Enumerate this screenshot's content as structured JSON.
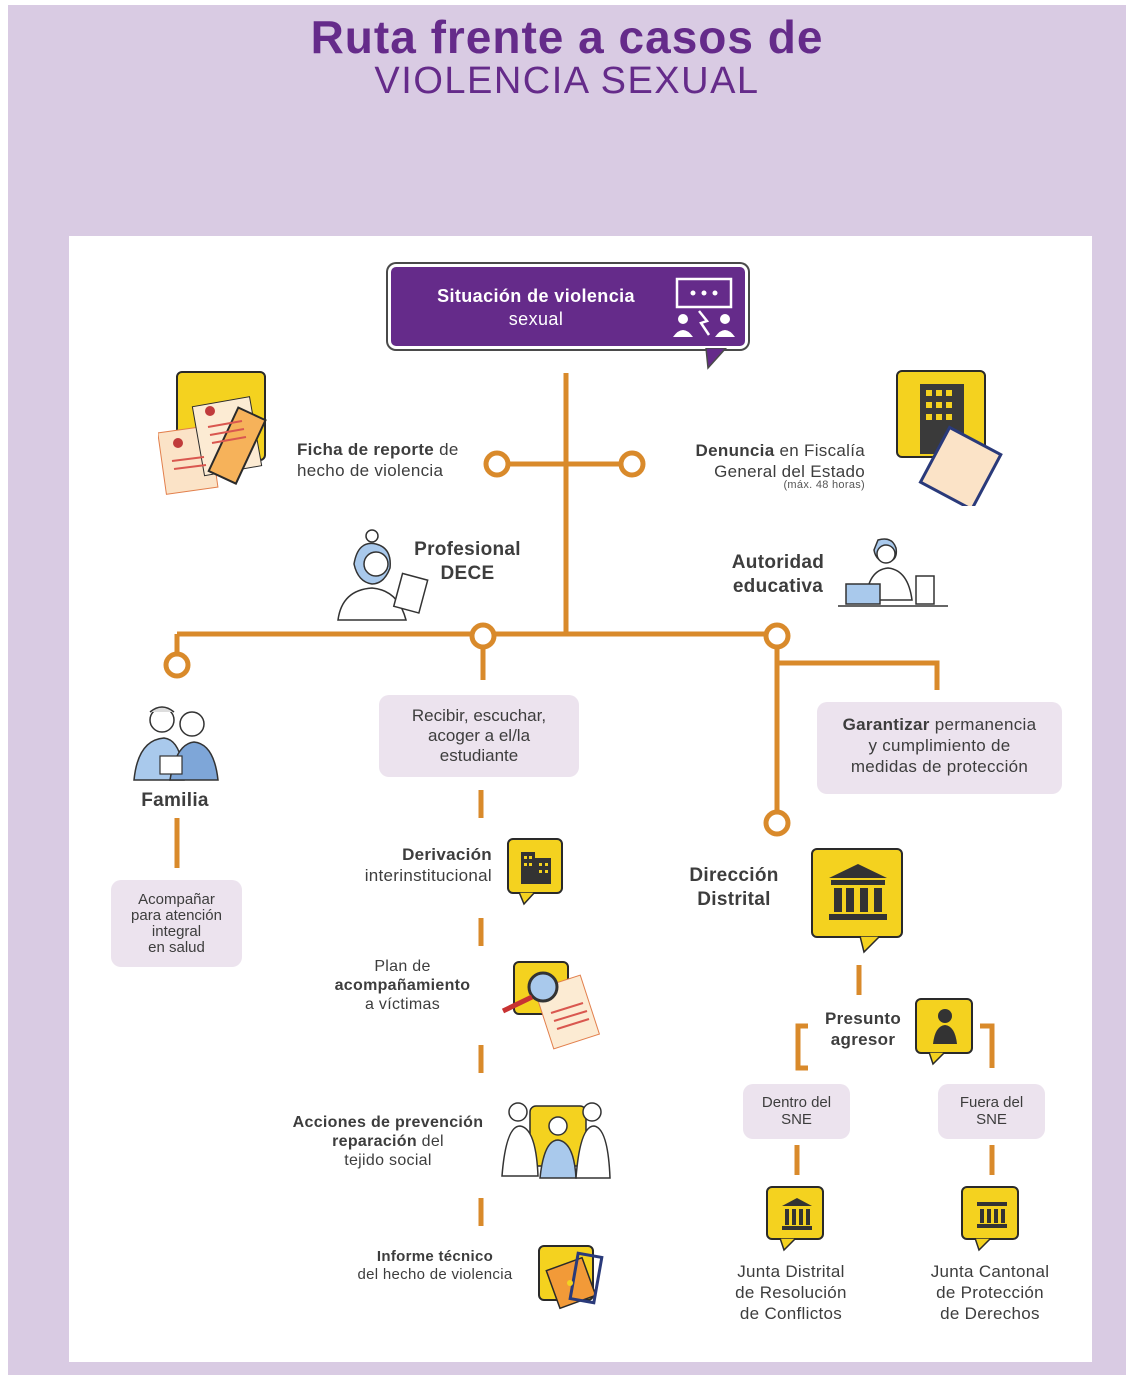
{
  "title": {
    "main": "Ruta frente a casos de",
    "sub": "VIOLENCIA SEXUAL"
  },
  "colors": {
    "purple": "#652b8a",
    "lavender": "#d9cbe3",
    "orange": "#d98a2b",
    "yellow": "#f4d21f",
    "pill": "#ece3ee"
  },
  "top_node": {
    "line1": "Situación de violencia",
    "line2": "sexual",
    "icon": "presentation-conflict-icon"
  },
  "ficha": {
    "bold": "Ficha de reporte",
    "rest1": " de",
    "line2": "hecho de violencia",
    "icon": "report-clipboard-icon"
  },
  "denuncia": {
    "bold": "Denuncia",
    "rest1": " en Fiscalía",
    "line2": "General del Estado",
    "note": "(máx. 48 horas)",
    "icon": "government-building-icon"
  },
  "profesional": {
    "line1": "Profesional",
    "line2": "DECE",
    "icon": "counselor-person-icon"
  },
  "autoridad": {
    "line1": "Autoridad",
    "line2": "educativa",
    "icon": "person-laptop-icon"
  },
  "familia": {
    "label": "Familia",
    "icon": "family-icon"
  },
  "acompanar": {
    "lines": [
      "Acompañar",
      "para atención",
      "integral",
      "en salud"
    ]
  },
  "recibir": {
    "lines": [
      "Recibir, escuchar,",
      "acoger a el/la",
      "estudiante"
    ]
  },
  "garantizar": {
    "bold": "Garantizar",
    "rest1": " permanencia",
    "line2": "y cumplimiento de",
    "line3": "medidas de protección"
  },
  "derivacion": {
    "bold": "Derivación",
    "line2": "interinstitucional",
    "icon": "office-building-icon"
  },
  "direccion": {
    "line1": "Dirección",
    "line2": "Distrital",
    "icon": "institution-columns-icon"
  },
  "plan": {
    "line1": "Plan de",
    "line2_bold": "acompañamiento",
    "line3": "a víctimas",
    "icon": "magnifier-documents-icon"
  },
  "presunto": {
    "line1": "Presunto",
    "line2": "agresor",
    "icon": "person-icon"
  },
  "dentro": {
    "line1": "Dentro del",
    "line2": "SNE"
  },
  "fuera": {
    "line1": "Fuera del",
    "line2": "SNE"
  },
  "acciones": {
    "bold1": "Acciones de prevención",
    "bold2": "reparación",
    "rest2": " del",
    "line3": "tejido social",
    "icon": "community-group-icon"
  },
  "junta_distrital": {
    "lines": [
      "Junta Distrital",
      "de Resolución",
      "de Conflictos"
    ],
    "icon": "courthouse-icon"
  },
  "junta_cantonal": {
    "lines": [
      "Junta Cantonal",
      "de Protección",
      "de Derechos"
    ],
    "icon": "courthouse-icon"
  },
  "informe": {
    "bold": "Informe técnico",
    "line2": "del hecho de violencia",
    "icon": "folder-clipboard-icon"
  }
}
